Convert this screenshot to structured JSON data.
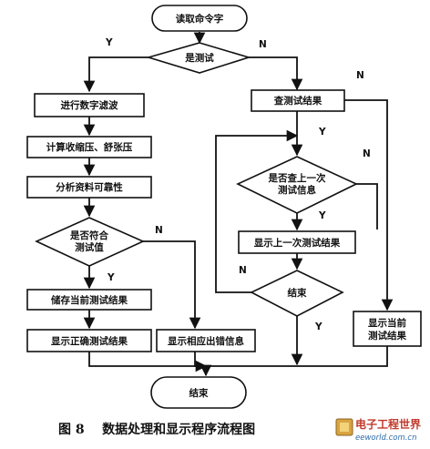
{
  "nodes": {
    "start": "读取命令字",
    "is_test": "是测试",
    "filter": "进行数字滤波",
    "calc": "计算收缩压、舒张压",
    "analyze": "分析资料可靠性",
    "match_l1": "是否符合",
    "match_l2": "测试值",
    "store": "储存当前测试结果",
    "show_ok": "显示正确测试结果",
    "show_err": "显示相应出错信息",
    "query": "查测试结果",
    "prev_l1": "是否查上一次",
    "prev_l2": "测试信息",
    "show_prev": "显示上一次测试结果",
    "end_loop": "结束",
    "show_cur_l1": "显示当前",
    "show_cur_l2": "测试结果",
    "end": "结束"
  },
  "edge_labels": {
    "yes": "Y",
    "no": "N"
  },
  "caption": "图 8    数据处理和显示程序流程图",
  "logo": {
    "name": "电子工程世界",
    "url": "eeworld.com.cn"
  }
}
